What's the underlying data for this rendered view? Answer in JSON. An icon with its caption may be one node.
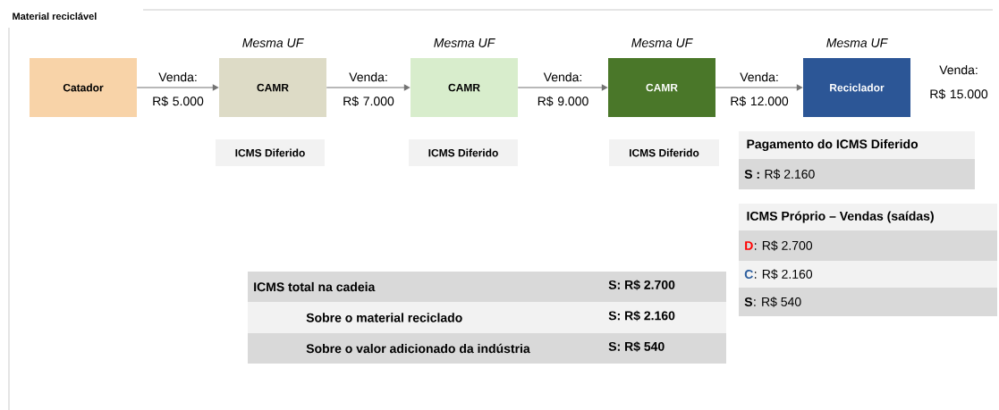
{
  "diagram": {
    "title": "Material reciclável",
    "nodes": [
      {
        "text": [
          "Catador"
        ]
      },
      {
        "text": [
          "CAMR"
        ],
        "beside": [
          "Mesma UF"
        ]
      },
      {
        "text": [
          "CAMR"
        ],
        "beside": [
          "Mesma UF"
        ]
      },
      {
        "text": [
          "CAMR"
        ],
        "beside": [
          "Mesma UF"
        ]
      },
      {
        "text": [
          "Reciclador"
        ],
        "beside": [
          "Mesma UF",
          "Venda: R$ 15.000"
        ]
      },
      {
        "text": [
          "ICMS Diferido"
        ]
      },
      {
        "text": [
          "ICMS Diferido"
        ]
      },
      {
        "text": [
          "ICMS Diferido"
        ]
      },
      {
        "text": [
          "Pagamento do ICMS Diferido"
        ]
      },
      {
        "text": [
          "S :",
          "R$ 2.160"
        ]
      },
      {
        "text": [
          "ICMS Próprio – Vendas (saídas)"
        ]
      },
      {
        "text": [
          "D",
          ": R$ 2.700"
        ]
      },
      {
        "text": [
          "C",
          ": R$ 2.160"
        ]
      },
      {
        "text": [
          "S",
          ": R$ 540"
        ]
      },
      {
        "text": [
          "ICMS total na cadeia",
          "S: R$ 2.700"
        ]
      },
      {
        "text": [
          "Sobre o material reciclado",
          "S: R$ 2.160"
        ]
      },
      {
        "text": [
          "Sobre o valor adicionado da indústria",
          "S: R$ 540"
        ]
      }
    ],
    "edges": [
      {
        "from": 0,
        "to": 1,
        "arrow": "to",
        "label": "Venda: R$ 5.000"
      },
      {
        "from": 1,
        "to": 2,
        "arrow": "to",
        "label": "Venda: R$ 7.000"
      },
      {
        "from": 2,
        "to": 3,
        "arrow": "to",
        "label": "Venda: R$ 9.000"
      },
      {
        "from": 3,
        "to": 4,
        "arrow": "to",
        "label": "Venda: R$ 12.000"
      }
    ]
  }
}
